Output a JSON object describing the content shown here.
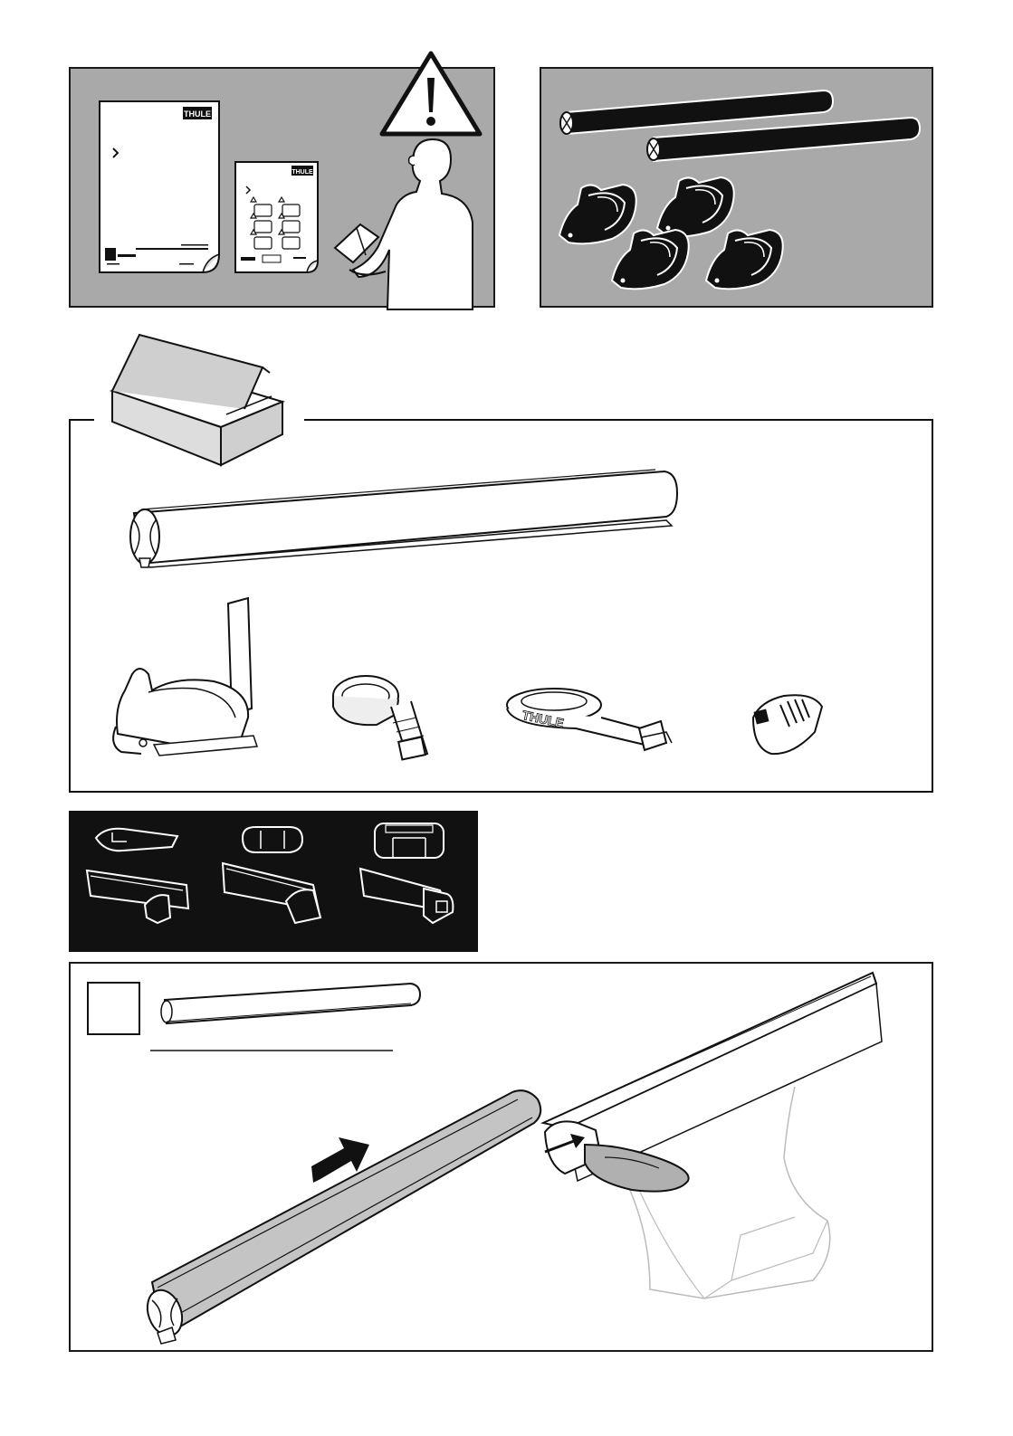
{
  "page": {
    "background": "#ffffff",
    "panel_gray": "#a9a9a9",
    "ink": "#111111"
  },
  "doc_logos": {
    "large_sheet": "THULE",
    "small_sheet": "THULE"
  },
  "strap_print": "THULE",
  "icons": {
    "warning": "warning-triangle-icon",
    "box": "open-box-icon",
    "arrow": "push-direction-arrow-icon"
  },
  "step": {
    "number": ""
  }
}
